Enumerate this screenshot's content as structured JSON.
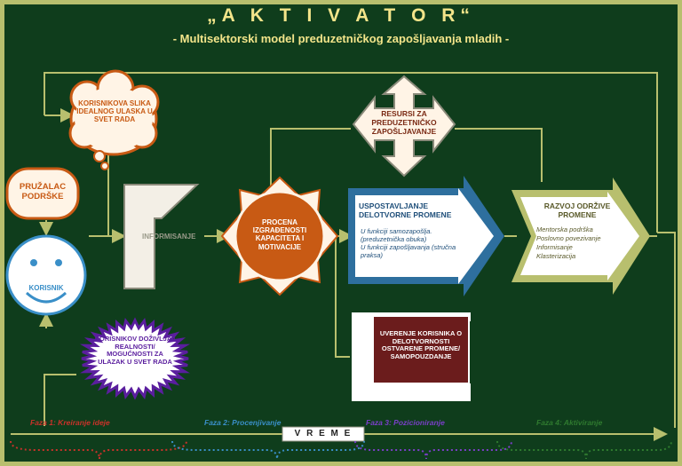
{
  "title": "„A K T I V A T O R“",
  "subtitle": "- Multisektorski model preduzetničkog zapošljavanja mladih -",
  "nodes": {
    "ideal_picture": "KORISNIKOVA SLIKA IDEALNOG ULASKA U SVET RADA",
    "support_provider": "PRUŽALAC PODRŠKE",
    "user": "KORISNIK",
    "perception": "KORISNIKOV DOŽIVLJAJ REALNOSTI/ MOGUĆNOSTI ZA ULAZAK U SVET RADA",
    "informing": "INFORMISANJE",
    "assessment": "PROCENA IZGRAĐENOSTI KAPACITETA I MOTIVACIJE",
    "resources": "RESURSI ZA PREDUZETNIČKO ZAPOŠLJAVANJE",
    "establishing_title": "USPOSTAVLJANJE DELOTVORNE PROMENE",
    "establishing_items": [
      "U funkciji samozapošlja. (preduzetnička obuka)",
      "U funkciji zapošljavanja (stručna praksa)"
    ],
    "conviction": "UVERENJE KORISNIKA O DELOTVORNOSTI OSTVARENE PROMENE/ SAMOPOUZDANJE",
    "development_title": "RAZVOJ ODRŽIVE PROMENE",
    "development_items": [
      "Mentorska podrška",
      "Poslovno povezivanje",
      "Informisanje",
      "Klasterizacija"
    ]
  },
  "time_label": "V R E M E",
  "phases": [
    {
      "label": "Faza 1: Kreiranje ideje",
      "color": "#c8322a"
    },
    {
      "label": "Faza 2: Procenjivanje",
      "color": "#3a8fc8"
    },
    {
      "label": "Faza 3: Pozicioniranje",
      "color": "#7a3ec8"
    },
    {
      "label": "Faza 4: Aktiviranje",
      "color": "#2f7a2f"
    }
  ],
  "colors": {
    "background": "#0f3d1c",
    "title": "#f3e58a",
    "line": "#b8bf6e",
    "orange": "#c85a14",
    "blue_arrow": "#2e6f9e",
    "maroon": "#6b1c1c",
    "purple": "#5a1e9e"
  }
}
